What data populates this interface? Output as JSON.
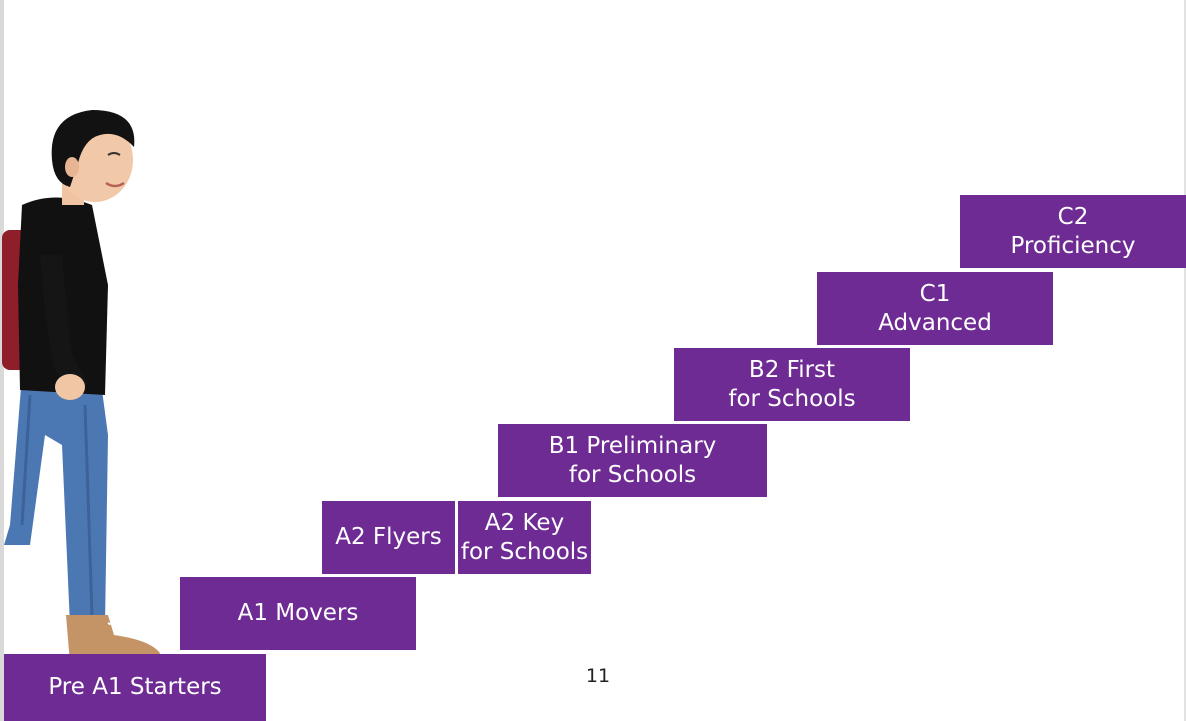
{
  "page_number": "11",
  "steps": {
    "pre_a1": {
      "line1": "Pre A1 Starters"
    },
    "a1": {
      "line1": "A1 Movers"
    },
    "a2_flyers": {
      "line1": "A2 Flyers"
    },
    "a2_key": {
      "line1": "A2 Key",
      "line2": "for Schools"
    },
    "b1": {
      "line1": "B1 Preliminary",
      "line2": "for Schools"
    },
    "b2": {
      "line1": "B2 First",
      "line2": "for Schools"
    },
    "c1": {
      "line1": "C1",
      "line2": "Advanced"
    },
    "c2": {
      "line1": "C2",
      "line2": "Proficiency"
    }
  },
  "colors": {
    "step_purple": "#6e2b94",
    "step_text": "#ffffff"
  }
}
